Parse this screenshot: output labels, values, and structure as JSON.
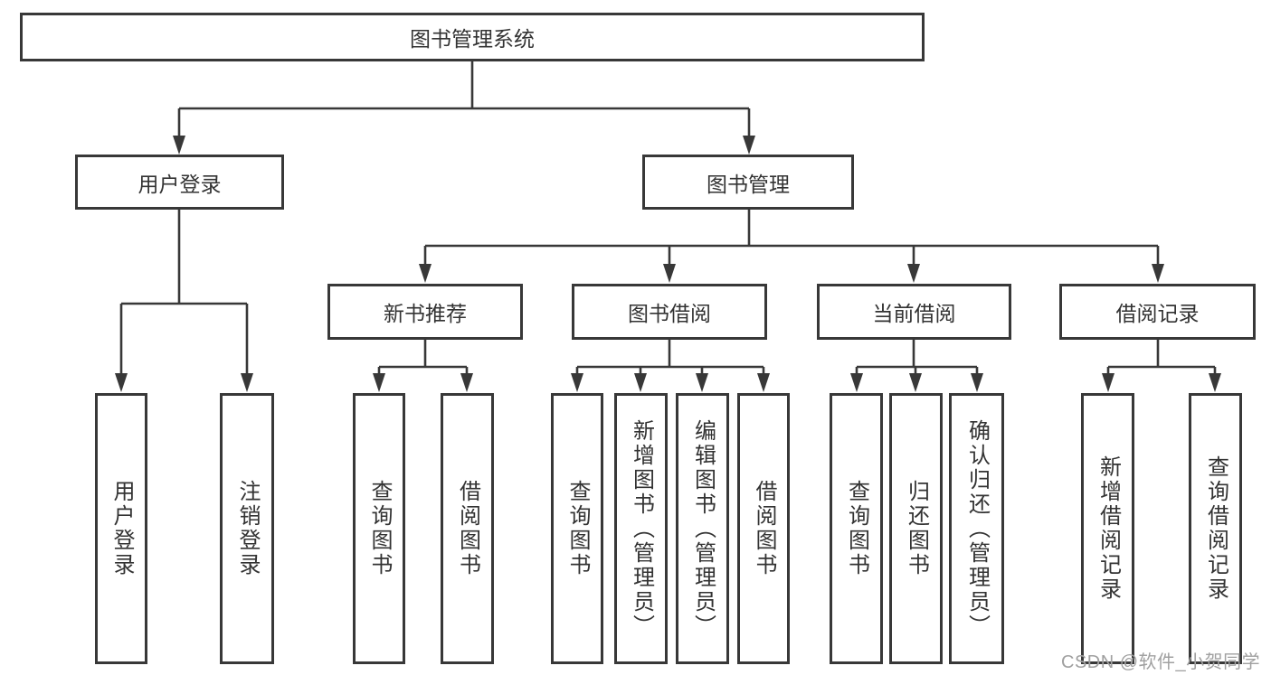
{
  "diagram": {
    "type": "hierarchy-tree",
    "root": {
      "label": "图书管理系统",
      "children": [
        {
          "label": "用户登录",
          "children": [
            {
              "label": "用户登录"
            },
            {
              "label": "注销登录"
            }
          ]
        },
        {
          "label": "图书管理",
          "children": [
            {
              "label": "新书推荐",
              "children": [
                {
                  "label": "查询图书"
                },
                {
                  "label": "借阅图书"
                }
              ]
            },
            {
              "label": "图书借阅",
              "children": [
                {
                  "label": "查询图书"
                },
                {
                  "label": "新增图书（管理员）"
                },
                {
                  "label": "编辑图书（管理员）"
                },
                {
                  "label": "借阅图书"
                }
              ]
            },
            {
              "label": "当前借阅",
              "children": [
                {
                  "label": "查询图书"
                },
                {
                  "label": "归还图书"
                },
                {
                  "label": "确认归还（管理员）"
                }
              ]
            },
            {
              "label": "借阅记录",
              "children": [
                {
                  "label": "新增借阅记录"
                },
                {
                  "label": "查询借阅记录"
                }
              ]
            }
          ]
        }
      ]
    },
    "colors": {
      "background": "#ffffff",
      "box_border": "#383838",
      "connector_line": "#383838",
      "text": "#333333",
      "watermark": "#a0a0a0"
    }
  },
  "watermark": {
    "text": "CSDN @软件_小贺同学"
  }
}
